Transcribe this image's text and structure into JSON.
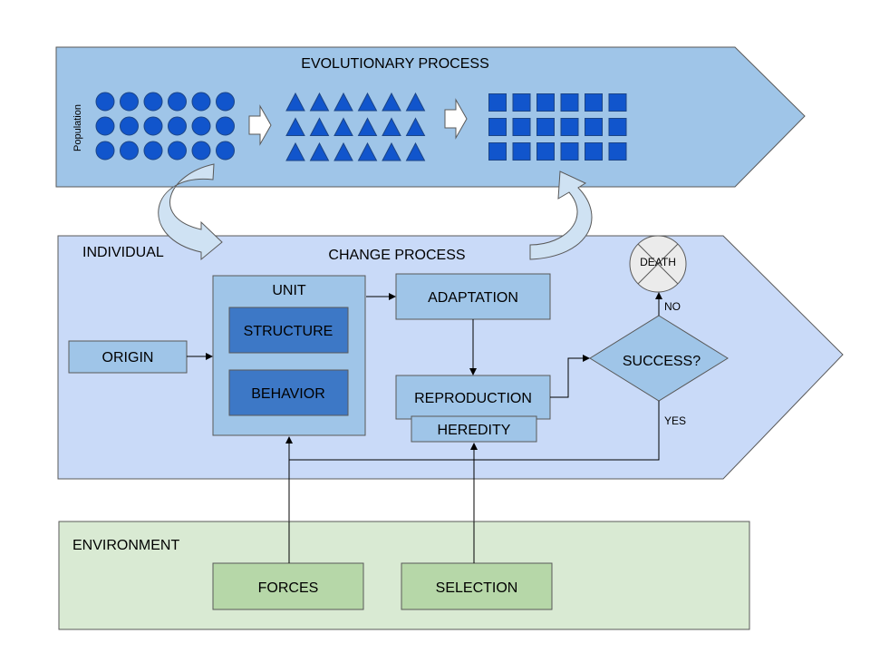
{
  "colors": {
    "evo_band": "#9fc5e8",
    "individual_band": "#c9daf8",
    "environment_band": "#d9ead3",
    "env_box": "#b6d7a8",
    "box_light": "#9fc5e8",
    "box_dark": "#3d78c6",
    "shape_fill": "#1155cc",
    "shape_stroke": "#1c4587",
    "curve_arrow": "#cfe2f3",
    "stroke": "#595959",
    "line": "#000000"
  },
  "evolution": {
    "title": "EVOLUTIONARY PROCESS",
    "population_label": "Population",
    "generations": [
      {
        "shape": "circle",
        "rows": 3,
        "cols": 6
      },
      {
        "shape": "triangle",
        "rows": 3,
        "cols": 6
      },
      {
        "shape": "square",
        "rows": 3,
        "cols": 6
      }
    ]
  },
  "individual": {
    "label": "INDIVIDUAL",
    "title": "CHANGE PROCESS",
    "origin": "ORIGIN",
    "unit": "UNIT",
    "structure": "STRUCTURE",
    "behavior": "BEHAVIOR",
    "adaptation": "ADAPTATION",
    "reproduction": "REPRODUCTION",
    "heredity": "HEREDITY",
    "success": "SUCCESS?",
    "no": "NO",
    "yes": "YES",
    "death": "DEATH"
  },
  "environment": {
    "label": "ENVIRONMENT",
    "forces": "FORCES",
    "selection": "SELECTION"
  }
}
